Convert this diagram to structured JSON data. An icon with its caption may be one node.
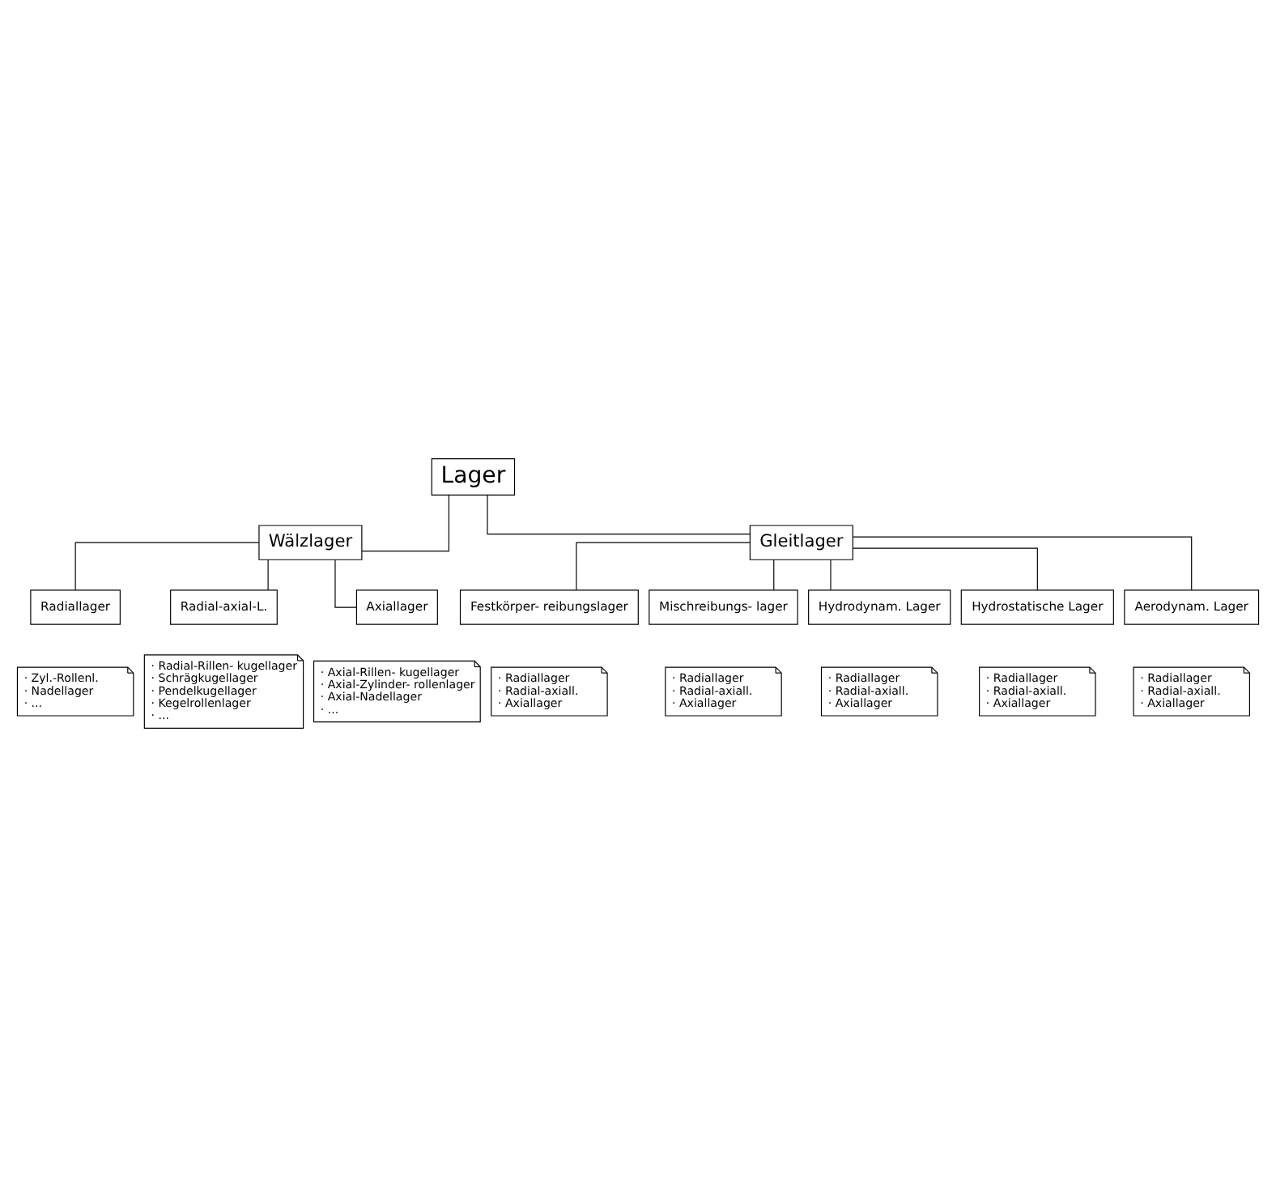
{
  "diagram": {
    "nodes": [
      {
        "text": [
          "Lager"
        ]
      },
      {
        "text": [
          "Wälzlager"
        ]
      },
      {
        "text": [
          "Gleitlager"
        ]
      },
      {
        "text": [
          "Radiallager"
        ]
      },
      {
        "text": [
          "Radial-axial-L."
        ]
      },
      {
        "text": [
          "Axiallager"
        ]
      },
      {
        "text": [
          "· Zyl.-Rollenl.",
          "· Nadellager",
          "· ..."
        ]
      },
      {
        "text": [
          "· Radial-Rillen- kugellager",
          "· Schrägkugellager",
          "· Pendelkugellager",
          "· Kegelrollenlager",
          "· ..."
        ]
      },
      {
        "text": [
          "· Axial-Rillen- kugellager",
          "· Axial-Zylinder- rollenlager",
          "· Axial-Nadellager",
          "· ..."
        ]
      },
      {
        "text": [
          "Festkörper- reibungslager"
        ]
      },
      {
        "text": [
          "Mischreibungs- lager"
        ]
      },
      {
        "text": [
          "Hydrodynam. Lager"
        ]
      },
      {
        "text": [
          "Hydrostatische Lager"
        ]
      },
      {
        "text": [
          "Aerodynam. Lager"
        ]
      },
      {
        "text": [
          "· Radiallager",
          "· Radial-axiall.",
          "· Axiallager"
        ]
      },
      {
        "text": [
          "· Radiallager",
          "· Radial-axiall.",
          "· Axiallager"
        ]
      },
      {
        "text": [
          "· Radiallager",
          "· Radial-axiall.",
          "· Axiallager"
        ]
      },
      {
        "text": [
          "· Radiallager",
          "· Radial-axiall.",
          "· Axiallager"
        ]
      },
      {
        "text": [
          "· Radiallager",
          "· Radial-axiall.",
          "· Axiallager"
        ]
      }
    ],
    "edges": [
      {
        "from": 0,
        "to": 1,
        "arrow": "none"
      },
      {
        "from": 0,
        "to": 2,
        "arrow": "none"
      },
      {
        "from": 1,
        "to": 3,
        "arrow": "none"
      },
      {
        "from": 1,
        "to": 4,
        "arrow": "none"
      },
      {
        "from": 1,
        "to": 5,
        "arrow": "none"
      },
      {
        "from": 2,
        "to": 9,
        "arrow": "none"
      },
      {
        "from": 2,
        "to": 10,
        "arrow": "none"
      },
      {
        "from": 2,
        "to": 11,
        "arrow": "none"
      },
      {
        "from": 2,
        "to": 12,
        "arrow": "none"
      },
      {
        "from": 2,
        "to": 13,
        "arrow": "none"
      }
    ]
  }
}
